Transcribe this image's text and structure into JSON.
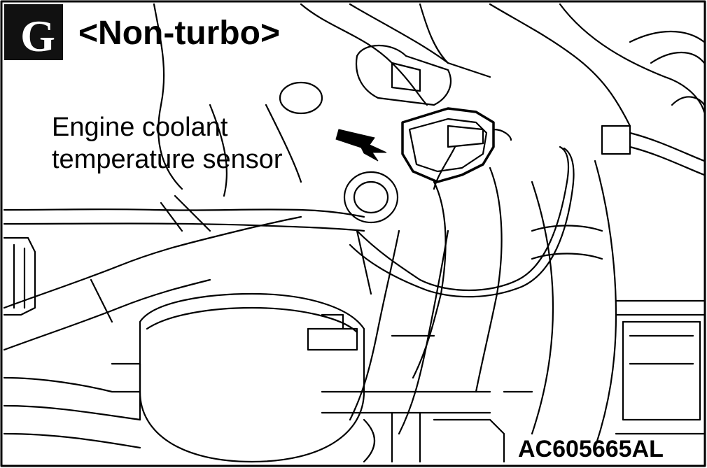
{
  "figure": {
    "section_letter": "G",
    "variant_label": "<Non-turbo>",
    "callout": {
      "line1": "Engine coolant",
      "line2": "temperature sensor"
    },
    "figure_id": "AC605665AL"
  },
  "colors": {
    "line": "#000000",
    "background": "#ffffff",
    "badge_fill": "#111111",
    "badge_text": "#ffffff"
  }
}
